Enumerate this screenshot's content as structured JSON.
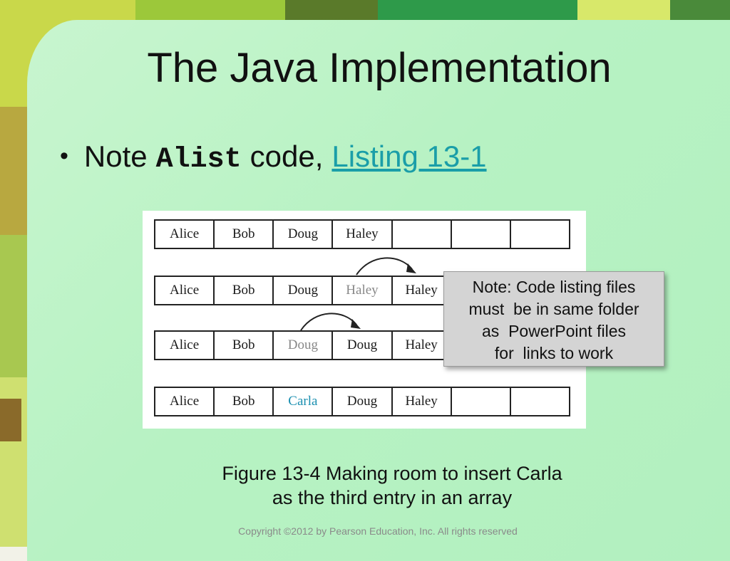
{
  "slide": {
    "title": "The Java Implementation",
    "bullet": {
      "prefix": "Note",
      "code": "Alist",
      "middle": "code,",
      "link": "Listing 13-1"
    },
    "caption_line1": "Figure 13-4 Making room to insert Carla",
    "caption_line2": "as the third entry in an array",
    "note_lines": [
      "Note: Code listing files",
      "must  be in same folder",
      "as  PowerPoint files",
      "for  links to work"
    ],
    "copyright": "Copyright ©2012 by Pearson Education, Inc. All rights reserved"
  },
  "figure": {
    "rows": [
      [
        "Alice",
        "Bob",
        "Doug",
        "Haley",
        "",
        "",
        ""
      ],
      [
        "Alice",
        "Bob",
        "Doug",
        "Haley",
        "Haley",
        "",
        ""
      ],
      [
        "Alice",
        "Bob",
        "Doug",
        "Doug",
        "Haley",
        "",
        ""
      ],
      [
        "Alice",
        "Bob",
        "Carla",
        "Doug",
        "Haley",
        "",
        ""
      ]
    ]
  },
  "colors": {
    "link": "#1a9ea8",
    "inserted": "#1a8fb0",
    "ghost": "#888888",
    "panel": "#b7f2c3"
  }
}
